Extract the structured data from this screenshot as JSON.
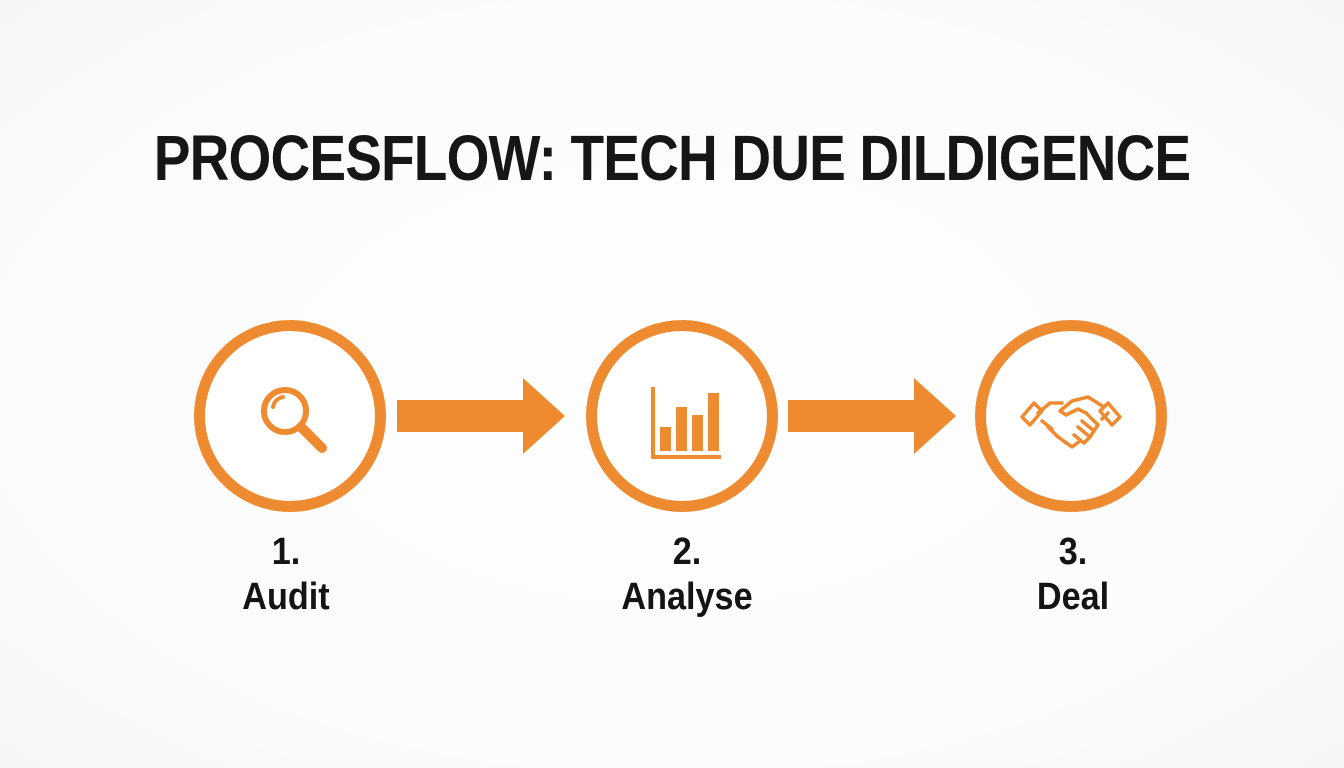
{
  "title": "PROCESFLOW: TECH DUE DILDIGENCE",
  "accent_color": "#ee8a2f",
  "text_color": "#141414",
  "steps": [
    {
      "number": "1.",
      "label": "Audit",
      "icon": "magnifying-glass-icon"
    },
    {
      "number": "2.",
      "label": "Analyse",
      "icon": "bar-chart-icon"
    },
    {
      "number": "3.",
      "label": "Deal",
      "icon": "handshake-icon"
    }
  ]
}
